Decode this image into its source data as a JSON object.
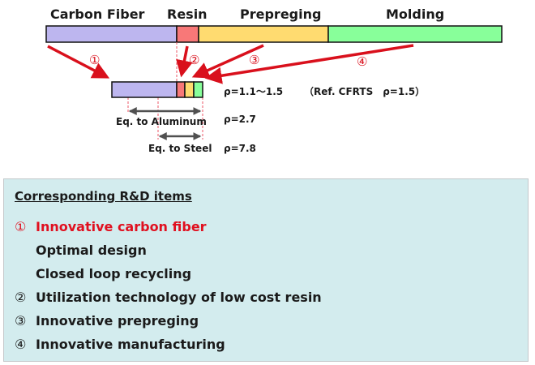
{
  "segments": [
    {
      "label": "Carbon Fiber",
      "color": "#bdb6ef"
    },
    {
      "label": "Resin",
      "color": "#f87878"
    },
    {
      "label": "Prepreging",
      "color": "#ffdb70"
    },
    {
      "label": "Molding",
      "color": "#88ff9a"
    }
  ],
  "arrow_color": "#d9101c",
  "arrow_markers": [
    "①",
    "②",
    "③",
    "④"
  ],
  "density": {
    "main": "ρ=1.1～1.5",
    "reference": "（Ref. CFRTS　ρ=1.5）",
    "aluminum_label": "Eq. to Aluminum",
    "aluminum_value": "ρ=2.7",
    "steel_label": "Eq. to Steel",
    "steel_value": "ρ=7.8"
  },
  "panel": {
    "title": "Corresponding R&D items",
    "background": "#d3ecee",
    "items": [
      {
        "num": "①",
        "text": "Innovative carbon fiber",
        "highlight": true
      },
      {
        "num": "",
        "text": "Optimal design",
        "highlight": false
      },
      {
        "num": "",
        "text": "Closed loop recycling",
        "highlight": false
      },
      {
        "num": "②",
        "text": "Utilization technology of low cost resin",
        "highlight": false
      },
      {
        "num": "③",
        "text": "Innovative prepreging",
        "highlight": false
      },
      {
        "num": "④",
        "text": "Innovative manufacturing",
        "highlight": false
      }
    ]
  }
}
